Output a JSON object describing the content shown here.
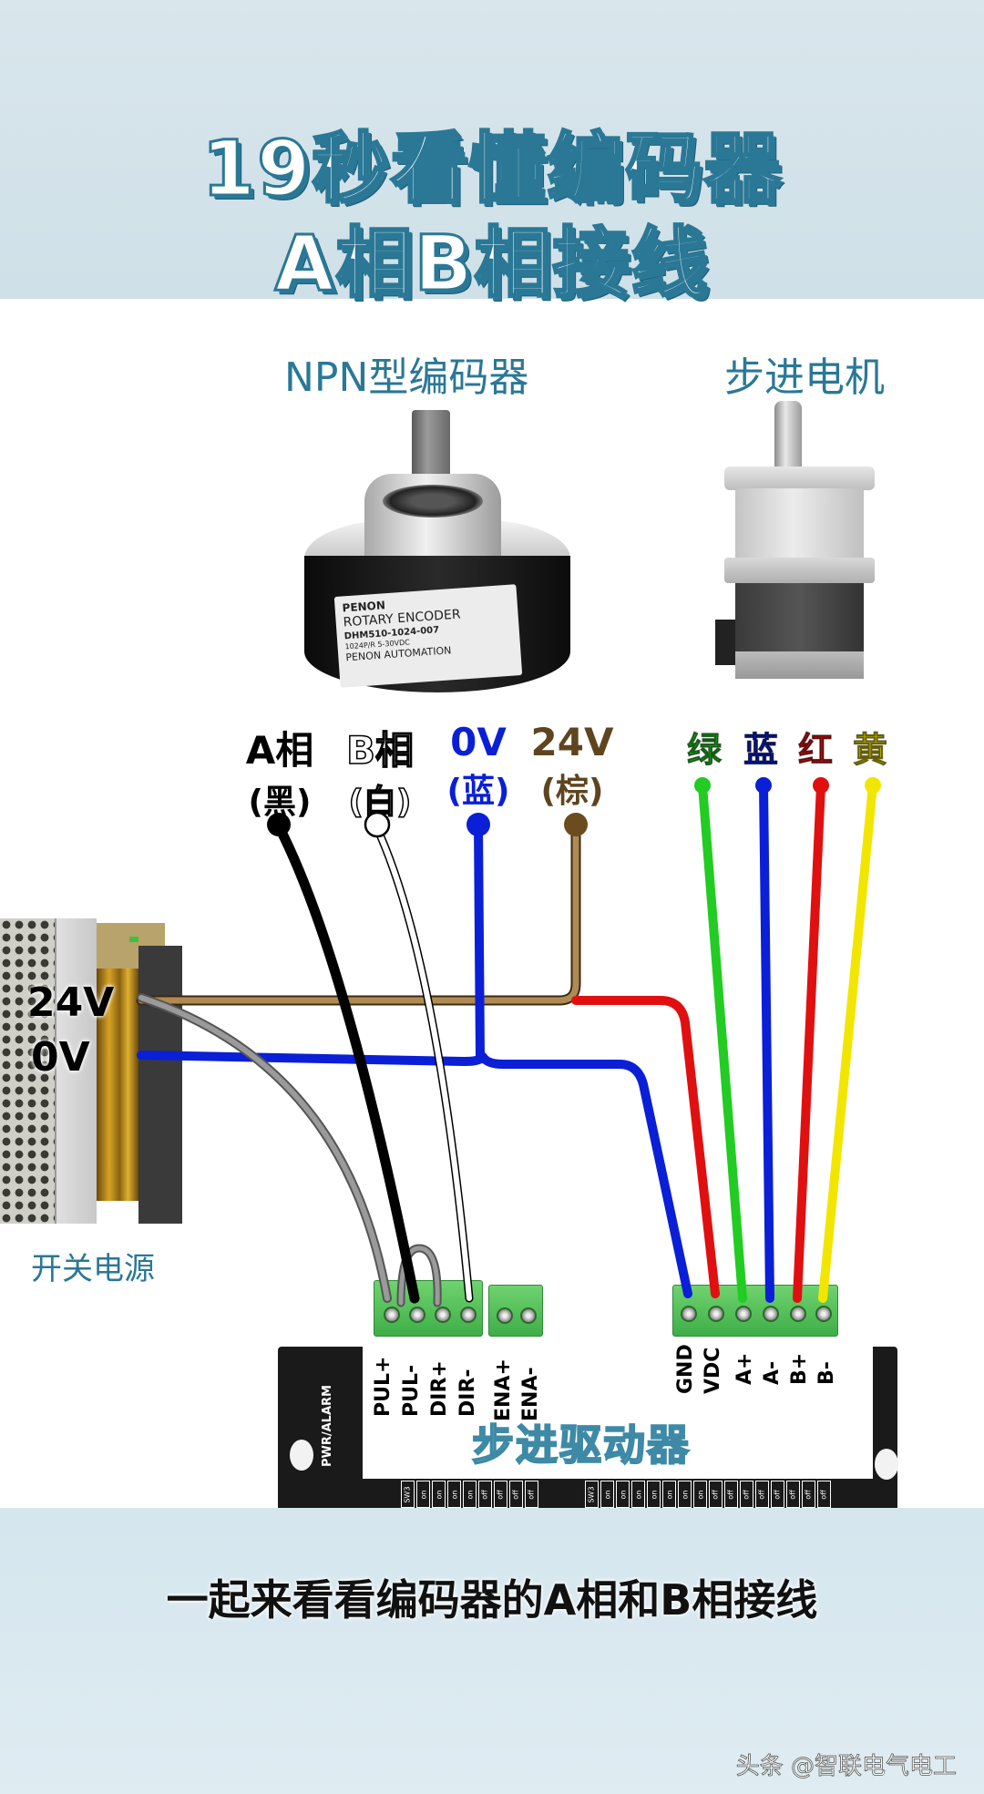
{
  "header": {
    "title_line1": "19秒看懂编码器",
    "title_line2": "A相B相接线"
  },
  "encoder": {
    "label": "NPN型编码器",
    "nameplate": {
      "brand": "PENON",
      "type": "ROTARY ENCODER",
      "model": "DHM510-1024-007",
      "spec": "1024P/R   5-30VDC",
      "maker": "PENON AUTOMATION"
    },
    "wires": [
      {
        "name": "A相",
        "color_name": "(黑)",
        "color": "#000000"
      },
      {
        "name": "B相",
        "color_name": "(白)",
        "color": "#ffffff"
      },
      {
        "name": "0V",
        "color_name": "(蓝)",
        "color": "#0a1fd6"
      },
      {
        "name": "24V",
        "color_name": "(棕)",
        "color": "#6b4c1e"
      }
    ]
  },
  "motor": {
    "label": "步进电机",
    "wires": [
      {
        "color_name": "绿",
        "color": "#22cc22"
      },
      {
        "color_name": "蓝",
        "color": "#0a1fd6"
      },
      {
        "color_name": "红",
        "color": "#e01010"
      },
      {
        "color_name": "黄",
        "color": "#f2e600"
      }
    ]
  },
  "power_supply": {
    "label": "开关电源",
    "terminal_24v": "24V",
    "terminal_0v": "0V"
  },
  "driver": {
    "label": "步进驱动器",
    "status_label": "PWR/ALARM",
    "left_pins": [
      "PUL+",
      "PUL-",
      "DIR+",
      "DIR-",
      "ENA+",
      "ENA-"
    ],
    "right_pins": [
      "GND",
      "VDC",
      "A+",
      "A-",
      "B+",
      "B-"
    ],
    "dip_left": [
      "SW3",
      "on",
      "on",
      "on",
      "on",
      "off",
      "off",
      "off",
      "off"
    ],
    "dip_right": [
      "SW3",
      "on",
      "on",
      "on",
      "on",
      "on",
      "on",
      "on",
      "off",
      "off",
      "off",
      "off",
      "off",
      "off",
      "off",
      "off"
    ]
  },
  "caption": "一起来看看编码器的A相和B相接线",
  "watermark": "头条 @智联电气电工"
}
